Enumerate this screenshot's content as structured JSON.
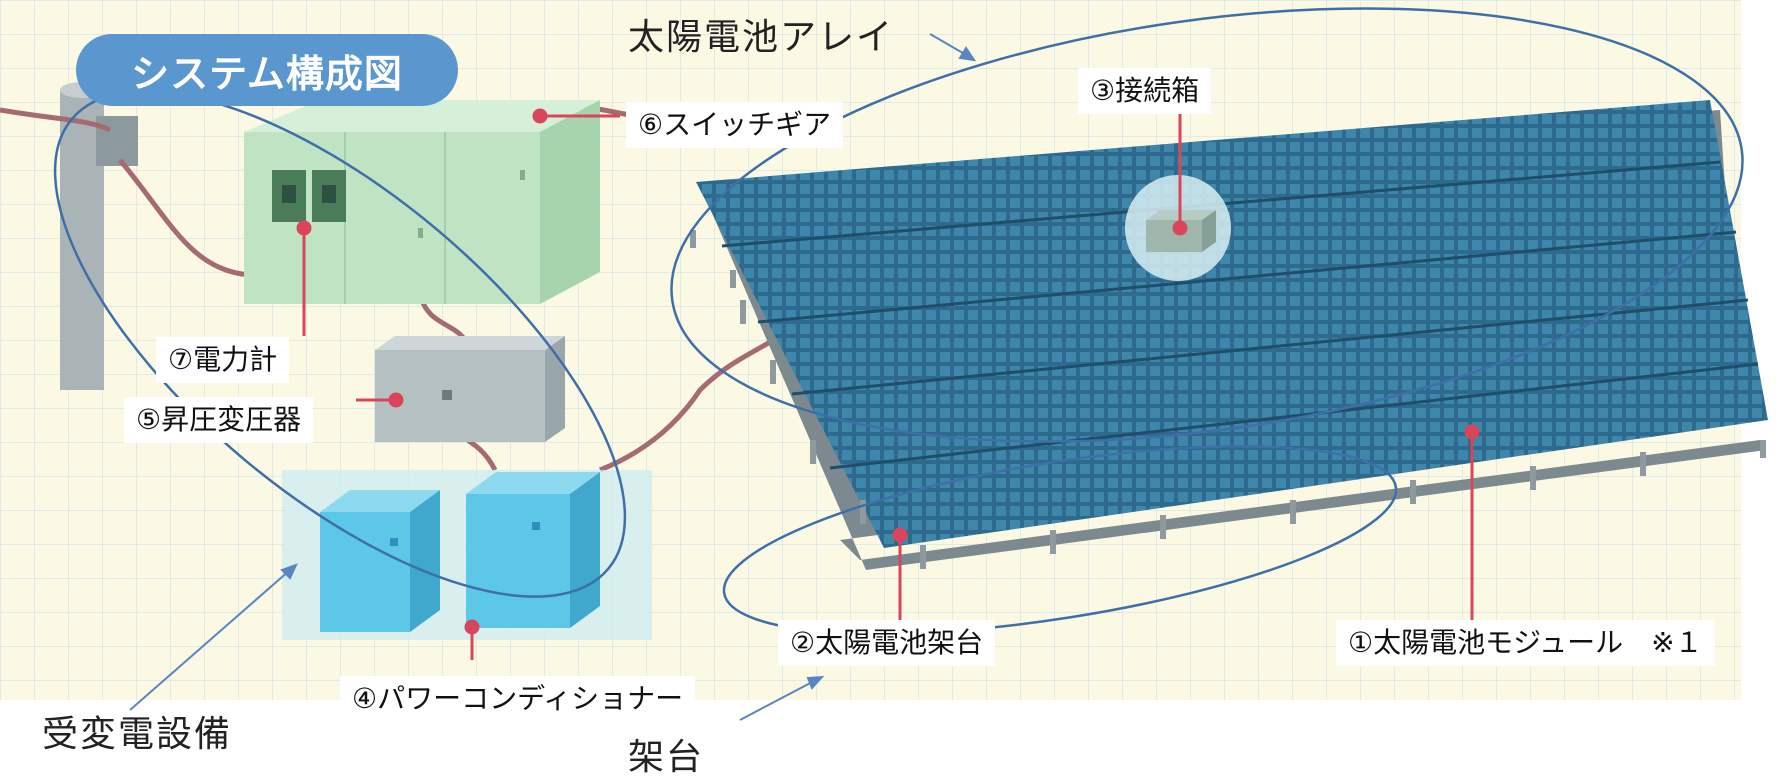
{
  "title": "システム構成図",
  "groups": {
    "array": "太陽電池アレイ",
    "substation": "受変電設備",
    "mount": "架台"
  },
  "components": {
    "module": "①太陽電池モジュール　※１",
    "rack": "②太陽電池架台",
    "junction_box": "③接続箱",
    "power_conditioner": "④パワーコンディショナー",
    "transformer": "⑤昇圧変圧器",
    "switchgear": "⑥スイッチギア",
    "wattmeter": "⑦電力計"
  },
  "colors": {
    "grid_background": "#fbf8e3",
    "grid_line": "#d8e5e8",
    "title_pill": "#5b97cf",
    "panel": "#2e6e92",
    "switchgear": "#bfe3c3",
    "transformer": "#b4c0c2",
    "power_conditioner": "#5cc7e6",
    "leader_line": "#d9455a",
    "ellipse": "#3f6fa8"
  }
}
